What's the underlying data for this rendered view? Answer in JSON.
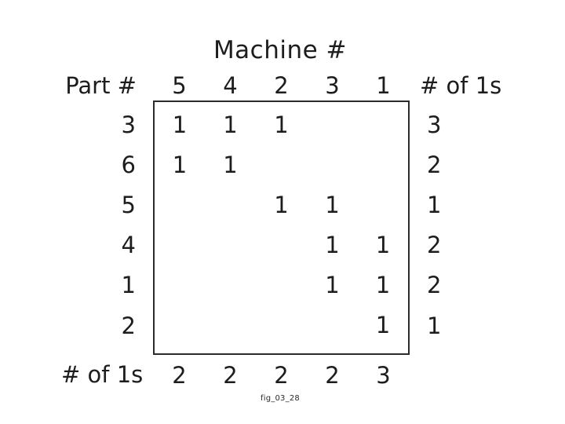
{
  "title": "Machine #",
  "caption": "fig_03_28",
  "row_header_label": "Part #",
  "col_sum_label": "# of 1s",
  "row_sum_label": "# of 1s",
  "machine_columns": [
    "5",
    "4",
    "2",
    "3",
    "1"
  ],
  "part_rows": [
    "3",
    "6",
    "5",
    "4",
    "1",
    "2"
  ],
  "row_sums": [
    "3",
    "2",
    "1",
    "2",
    "2",
    "1"
  ],
  "col_sums": [
    "2",
    "2",
    "2",
    "2",
    "3"
  ],
  "matrix": [
    [
      "1",
      "1",
      "1",
      "",
      ""
    ],
    [
      "1",
      "1",
      "",
      "",
      ""
    ],
    [
      "",
      "",
      "1",
      "1",
      ""
    ],
    [
      "",
      "",
      "",
      "1",
      "1"
    ],
    [
      "",
      "",
      "",
      "1",
      "1"
    ],
    [
      "",
      "",
      "",
      "",
      "1"
    ]
  ],
  "colors": {
    "text": "#1d1d1d",
    "border": "#2b2b2b",
    "background": "#ffffff"
  },
  "chart_data": {
    "type": "table",
    "title": "Machine #",
    "xlabel": "Machine #",
    "ylabel": "Part #",
    "categories": [
      "5",
      "4",
      "2",
      "3",
      "1"
    ],
    "rows": [
      "3",
      "6",
      "5",
      "4",
      "1",
      "2"
    ],
    "values": [
      [
        1,
        1,
        1,
        0,
        0
      ],
      [
        1,
        1,
        0,
        0,
        0
      ],
      [
        0,
        0,
        1,
        1,
        0
      ],
      [
        0,
        0,
        0,
        1,
        1
      ],
      [
        0,
        0,
        0,
        1,
        1
      ],
      [
        0,
        0,
        0,
        0,
        1
      ]
    ],
    "row_totals": [
      3,
      2,
      1,
      2,
      2,
      1
    ],
    "column_totals": [
      2,
      2,
      2,
      2,
      3
    ],
    "grid": false,
    "legend": "none"
  }
}
